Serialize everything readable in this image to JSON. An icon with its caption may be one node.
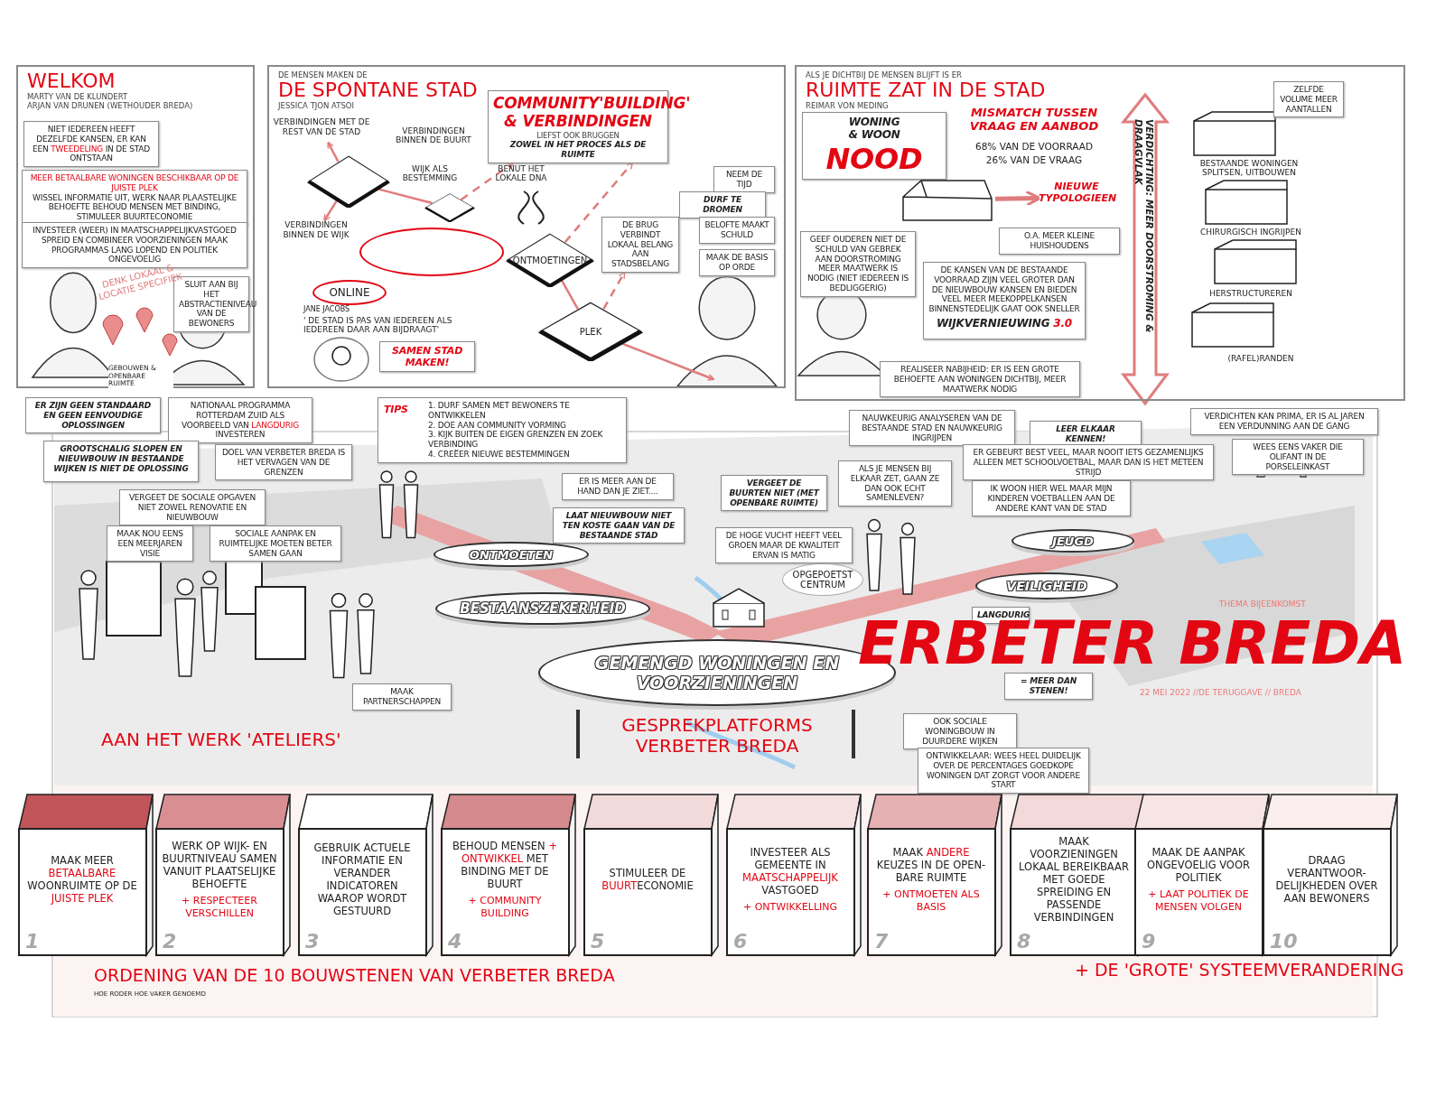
{
  "diagram": {
    "nodes": [
      {
        "text": [
          "WELKOM",
          "MARTY VAN DE KLUNDERT",
          "ARJAN VAN DRUNEN (WETHOUDER BREDA)"
        ]
      },
      {
        "text": [
          "NIET IEDEREEN HEEFT DEZELFDE KANSEN, ER KAN EEN **TWEEDELING** IN DE STAD ONTSTAAN"
        ],
        "in": 0
      },
      {
        "text": [
          "MEER BETAALBARE WONINGEN BESCHIKBAAR OP DE JUISTE PLEK",
          "WISSEL INFORMATIE UIT, WERK NAAR PLAASTELIJKE BEHOEFTE BEHOUD MENSEN MET BINDING, STIMULEER BUURTECONOMIE"
        ],
        "in": 0
      },
      {
        "text": [
          "INVESTEER (WEER) IN MAATSCHAPPELIJKVASTGOED SPREID EN COMBINEER VOORZIENINGEN MAAK PROGRAMMAS LANG LOPEND EN POLITIEK ONGEVOELIG"
        ],
        "in": 0
      },
      {
        "text": [
          "SLUIT AAN BIJ HET ABSTRACTIENIVEAU VAN DE BEWONERS"
        ],
        "in": 0
      },
      {
        "text": [
          "ER ZIJN GEEN STANDAARD EN GEEN EENVOUDIGE OPLOSSINGEN"
        ]
      },
      {
        "text": [
          "NATIONAAL PROGRAMMA ROTTERDAM ZUID ALS VOORBEELD VAN **LANGDURIG** INVESTEREN"
        ]
      },
      {
        "text": [
          "GROOTSCHALIG SLOPEN EN NIEUWBOUW IN BESTAANDE WIJKEN IS NIET DE OPLOSSING"
        ]
      },
      {
        "text": [
          "DOEL VAN VERBETER BREDA IS HET VERVAGEN VAN DE GRENZEN"
        ]
      },
      {
        "text": [
          "DE MENSEN MAKEN DE",
          "DE SPONTANE STAD",
          "JESSICA TJON ATSOI"
        ]
      },
      {
        "text": [
          "VERBINDINGEN MET DE REST VAN DE STAD"
        ],
        "in": 9
      },
      {
        "text": [
          "COMMUNITY'BUILDING' & VERBINDINGEN",
          "LIEFST OOK BRUGGEN",
          "ZOWEL IN HET PROCES ALS DE RUIMTE"
        ],
        "in": 9
      },
      {
        "text": [],
        "shape": "diamond",
        "in": 9
      },
      {
        "text": [],
        "shape": "diamond",
        "in": 9
      },
      {
        "text": [],
        "shape": "ellipse",
        "in": 9
      },
      {
        "text": [
          "ONLINE"
        ],
        "in": 9
      },
      {
        "text": [
          "VERBINDINGEN BINNEN DE WIJK"
        ],
        "in": 9
      },
      {
        "text": [
          "ONTMOETINGEN"
        ],
        "in": 9
      },
      {
        "text": [
          "PLEK"
        ],
        "in": 9
      },
      {
        "text": [
          "SAMEN STAD MAKEN!"
        ],
        "in": 9
      },
      {
        "text": [
          "NEEM DE TIJD"
        ],
        "in": 9
      },
      {
        "text": [
          "DURF TE DROMEN"
        ],
        "in": 9
      },
      {
        "text": [
          "DE BRUG VERBINDT LOKAAL BELANG AAN STADSBELANG"
        ],
        "in": 9
      },
      {
        "text": [
          "BELOFTE MAAKT SCHULD"
        ],
        "in": 9
      },
      {
        "text": [
          "MAAK DE BASIS OP ORDE"
        ],
        "in": 9
      },
      {
        "text": [
          "TIPS",
          "1. DURF SAMEN MET BEWONERS TE ONTWIKKELEN",
          "2. DOE AAN COMMUNITY VORMING",
          "3. KIJK BUITEN DE EIGEN GRENZEN EN ZOEK VERBINDING",
          "4. CREËER NIEUWE BESTEMMINGEN"
        ]
      },
      {
        "text": [
          "ALS JE DICHTBIJ DE MENSEN BLIJFT IS ER",
          "RUIMTE ZAT IN DE STAD",
          "REIMAR VON MEDING"
        ]
      },
      {
        "text": [
          "WONING & WOON",
          "NOOD"
        ],
        "in": 26
      },
      {
        "text": [],
        "shape": "picture",
        "in": 26
      },
      {
        "text": [
          "NIEUWE TYPOLOGIEEN"
        ],
        "in": 26
      },
      {
        "text": [
          "O.A. MEER KLEINE HUISHOUDENS"
        ],
        "in": 26
      },
      {
        "text": [
          "ZELFDE VOLUME MEER AANTALLEN"
        ],
        "in": 26
      },
      {
        "text": [
          "GEEF OUDEREN NIET DE SCHULD VAN GEBREK AAN DOORSTROMING MEER MAATWERK IS NODIG (NIET IEDEREEN IS BEDLIGGERIG)"
        ],
        "in": 26
      },
      {
        "text": [
          "DE KANSEN VAN DE BESTAANDE VOORRAAD ZIJN VEEL GROTER DAN DE NIEUWBOUW KANSEN EN BIEDEN VEEL MEER MEEKOPPELKANSEN BINNENSTEDELIJK GAAT OOK SNELLER",
          "WIJKVERNIEUWING **3.0**"
        ],
        "in": 26
      },
      {
        "text": [
          "REALISEER NABIJHEID: ER IS EEN GROTE BEHOEFTE AAN WONINGEN DICHTBIJ, MEER MAATWERK NODIG"
        ],
        "in": 26
      },
      {
        "text": [
          "VERDICHTEN KAN PRIMA, ER IS AL JAREN EEN VERDUNNING AAN DE GANG"
        ]
      },
      {
        "text": [
          "NAUWKEURIG ANALYSEREN VAN DE BESTAANDE STAD EN NAUWKEURIG INGRIJPEN"
        ]
      },
      {
        "text": [
          "LEER ELKAAR KENNEN!"
        ]
      },
      {
        "text": [
          "ER GEBEURT BEST VEEL, MAAR NOOIT IETS GEZAMENLIJKS ALLEEN MET SCHOOLVOETBAL, MAAR DAN IS HET METEEN STRIJD"
        ]
      },
      {
        "text": [
          "WEES EENS VAKER DIE OLIFANT IN DE PORSELEINKAST"
        ]
      },
      {
        "text": [
          "VERGEET DE SOCIALE OPGAVEN NIET ZOWEL RENOVATIE EN NIEUWBOUW"
        ]
      },
      {
        "text": [
          "ER IS MEER AAN DE HAND DAN JE ZIET...."
        ]
      },
      {
        "text": [
          "VERGEET DE BUURTEN NIET (MET OPENBARE RUIMTE)"
        ]
      },
      {
        "text": [
          "ALS JE MENSEN BIJ ELKAAR ZET, GAAN ZE DAN OOK ECHT SAMENLEVEN?"
        ]
      },
      {
        "text": [
          "IK WOON HIER WEL MAAR MIJN KINDEREN VOETBALLEN AAN DE ANDERE KANT VAN DE STAD"
        ]
      },
      {
        "text": [
          "MAAK NOU EENS EEN MEERJAREN VISIE"
        ]
      },
      {
        "text": [
          "SOCIALE AANPAK EN RUIMTELIJKE MOETEN BETER SAMEN GAAN"
        ]
      },
      {
        "text": [
          "LAAT NIEUWBOUW NIET TEN KOSTE GAAN VAN DE BESTAANDE STAD"
        ]
      },
      {
        "text": [
          "DE HOGE VUCHT HEEFT VEEL GROEN MAAR DE KWALITEIT ERVAN IS MATIG"
        ]
      },
      {
        "text": [
          "ONTMOETEN"
        ]
      },
      {
        "text": [
          "JEUGD"
        ]
      },
      {
        "text": [
          "OPGEPOETST CENTRUM"
        ]
      },
      {
        "text": [
          "VEILIGHEID"
        ]
      },
      {
        "text": [
          "BESTAANSZEKERHEID"
        ]
      },
      {
        "text": [
          "LANGDURIG"
        ]
      },
      {
        "text": [
          "GEMENGD WONINGEN EN VOORZIENINGEN"
        ],
        "beside": [
          "GESPREKPLATFORMS VERBETER BREDA"
        ]
      },
      {
        "text": [
          "= MEER DAN STENEN!"
        ]
      },
      {
        "text": [
          "MAAK PARTNERSCHAPPEN"
        ]
      },
      {
        "text": [
          "OOK SOCIALE WONINGBOUW IN DUURDERE WIJKEN"
        ]
      },
      {
        "text": [
          "ONTWIKKELAAR: WEES HEEL DUIDELIJK OVER DE PERCENTAGES GOEDKOPE WONINGEN DAT ZORGT VOOR ANDERE START"
        ]
      },
      {
        "text": [
          "MAAK MEER **BETAALBARE** WOONRUIMTE OP DE **JUISTE PLEK**",
          "1"
        ]
      },
      {
        "text": [
          "WERK OP WIJK- EN BUURTNIVEAU SAMEN VANUIT PLAATSELIJKE BEHOEFTE",
          "+ RESPECTEER VERSCHILLEN",
          "2"
        ]
      },
      {
        "text": [
          "GEBRUIK ACTUELE INFORMATIE EN VERANDER INDICATOREN WAAROP WORDT GESTUURD",
          "3"
        ]
      },
      {
        "text": [
          "BEHOUD MENSEN **+ ONTWIKKEL** MET BINDING MET DE BUURT",
          "+ COMMUNITY BUILDING",
          "4"
        ]
      },
      {
        "text": [
          "STIMULEER DE **BUURT**ECONOMIE",
          "5"
        ]
      },
      {
        "text": [
          "INVESTEER ALS GEMEENTE IN **MAATSCHAPPELIJK** VASTGOED",
          "+ ONTWIKKELLING",
          "6"
        ]
      },
      {
        "text": [
          "MAAK **ANDERE** KEUZES IN DE OPEN-BARE RUIMTE",
          "+ ONTMOETEN ALS BASIS",
          "7"
        ]
      },
      {
        "text": [
          "MAAK VOORZIENINGEN LOKAAL BEREIKBAAR MET GOEDE SPREIDING EN PASSENDE VERBINDINGEN",
          "8"
        ]
      },
      {
        "text": [
          "MAAK DE AANPAK ONGEVOELIG VOOR POLITIEK",
          "+ LAAT POLITIEK DE MENSEN VOLGEN",
          "9"
        ]
      },
      {
        "text": [
          "DRAAG VERANTWOOR-DELIJKHEDEN OVER AAN BEWONERS",
          "10"
        ]
      }
    ],
    "edges": [
      {
        "from": 12,
        "to": 10,
        "arrow": "to"
      },
      {
        "from": 12,
        "to": 16,
        "arrow": "to"
      },
      {
        "from": 12,
        "to": 13,
        "arrow": "none"
      },
      {
        "from": 13,
        "to": 11,
        "arrow": "to",
        "style": "dashed"
      },
      {
        "from": 17,
        "to": 18,
        "arrow": "none"
      },
      {
        "from": 17,
        "to": 11,
        "arrow": "to",
        "style": "dashed"
      },
      {
        "from": 18,
        "to": 22,
        "arrow": "to",
        "style": "dashed"
      },
      {
        "from": 18,
        "to": null,
        "arrow": "to"
      },
      {
        "from": 28,
        "to": 29,
        "arrow": "to",
        "style": "thick"
      }
    ],
    "labels": [
      "DENK LOKAAL & LOCATIE SPECIFIEK",
      "GEBOUWEN & OPENBARE RUIMTE",
      "VERBINDINGEN BINNEN DE BUURT",
      "WIJK ALS BESTEMMING",
      "BENUT HET LOKALE DNA",
      "JANE JACOBS",
      "' DE STAD IS PAS VAN IEDEREEN ALS IEDEREEN DAAR AAN BIJDRAAGT'",
      "MISMATCH TUSSEN VRAAG EN AANBOD",
      "68% VAN DE VOORRAAD",
      "26% VAN DE VRAAG",
      "VERDICHTING: MEER DOORSTROMING & DRAAGVLAK",
      "BESTAANDE WONINGEN SPLITSEN, UITBOUWEN",
      "CHIRURGISCH INGRIJPEN",
      "HERSTRUCTUREREN",
      "(RAFEL)RANDEN",
      "THEMA BIJEENKOMST",
      "ERBETER BREDA",
      "22 MEI 2022 //DE TERUGGAVE // BREDA",
      "AAN HET WERK 'ATELIERS'",
      "ORDENING VAN DE 10 BOUWSTENEN VAN VERBETER BREDA",
      "HOE RODER HOE VAKER GENOEMD",
      "+ DE 'GROTE' SYSTEEMVERANDERING"
    ]
  }
}
